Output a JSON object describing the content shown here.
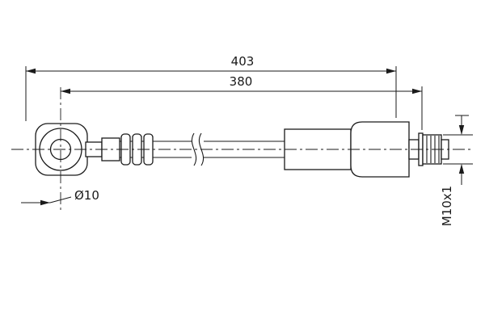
{
  "drawing": {
    "type": "brake-hose-technical-drawing",
    "background_color": "#ffffff",
    "line_color": "#1a1a1a"
  },
  "dimensions": {
    "overall_length": "403",
    "hose_length": "380",
    "hole_diameter": "Ø10",
    "thread_spec": "M10x1"
  }
}
